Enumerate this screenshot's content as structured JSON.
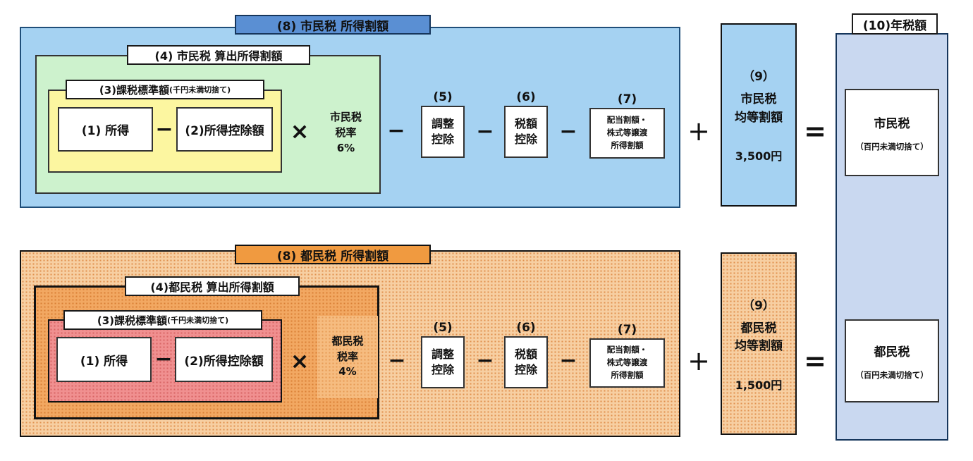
{
  "operators": {
    "minus": "−",
    "times": "×",
    "plus": "+",
    "equals": "="
  },
  "colors": {
    "municipal_fill": "#a5d2f2",
    "municipal_badge": "#5a8fd3",
    "calc_green": "#cdf2cd",
    "base_yellow": "#fcf6a0",
    "metropolitan_fill": "#f7cfa2",
    "metropolitan_badge": "#f09a40",
    "metropolitan_calc_fill": "#f2a862",
    "metropolitan_base_pink": "#f09090",
    "metropolitan_rate_fill": "#f6bc80",
    "annual_fill": "#c9d8f0"
  },
  "municipal": {
    "section_title": "(8) 市民税 所得割額",
    "calc_title": "(4) 市民税 算出所得割額",
    "base_title": "(3)課税標準額",
    "base_note": "(千円未満切捨て)",
    "income": "(1)  所得",
    "deduction": "(2)所得控除額",
    "rate": "市民税\n税率\n6%",
    "steps": [
      {
        "num": "(5)",
        "label": "調整\n控除"
      },
      {
        "num": "(6)",
        "label": "税額\n控除"
      },
      {
        "num": "(7)",
        "label": "配当割額・\n株式等譲渡\n所得割額"
      }
    ],
    "per_capita": {
      "num": "（9）",
      "name": "市民税\n均等割額",
      "amount": "3,500円"
    },
    "result": {
      "name": "市民税",
      "note": "（百円未満切捨て）"
    }
  },
  "metropolitan": {
    "section_title": "(8) 都民税 所得割額",
    "calc_title": "(4)都民税 算出所得割額",
    "base_title": "(3)課税標準額",
    "base_note": "(千円未満切捨て)",
    "income": "(1)  所得",
    "deduction": "(2)所得控除額",
    "rate": "都民税\n税率\n4%",
    "steps": [
      {
        "num": "(5)",
        "label": "調整\n控除"
      },
      {
        "num": "(6)",
        "label": "税額\n控除"
      },
      {
        "num": "(7)",
        "label": "配当割額・\n株式等譲渡\n所得割額"
      }
    ],
    "per_capita": {
      "num": "（9）",
      "name": "都民税\n均等割額",
      "amount": "1,500円"
    },
    "result": {
      "name": "都民税",
      "note": "（百円未満切捨て）"
    }
  },
  "annual": {
    "title": "(10)年税額"
  }
}
